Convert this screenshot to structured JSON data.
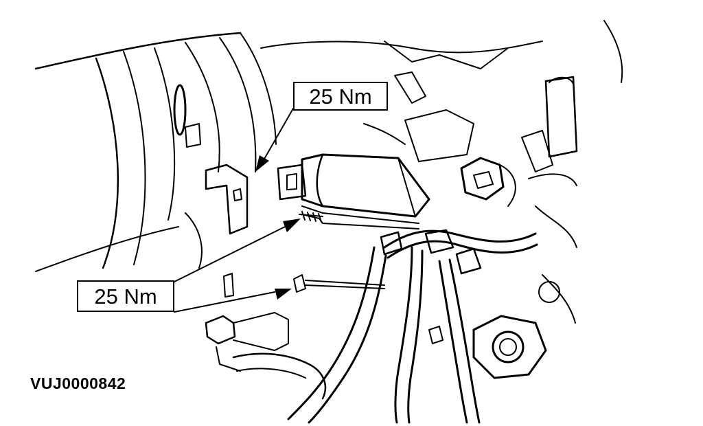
{
  "callouts": {
    "top_torque": "25 Nm",
    "bottom_torque": "25 Nm"
  },
  "figure_id": "VUJ0000842",
  "colors": {
    "line": "#000000",
    "background": "#ffffff"
  }
}
